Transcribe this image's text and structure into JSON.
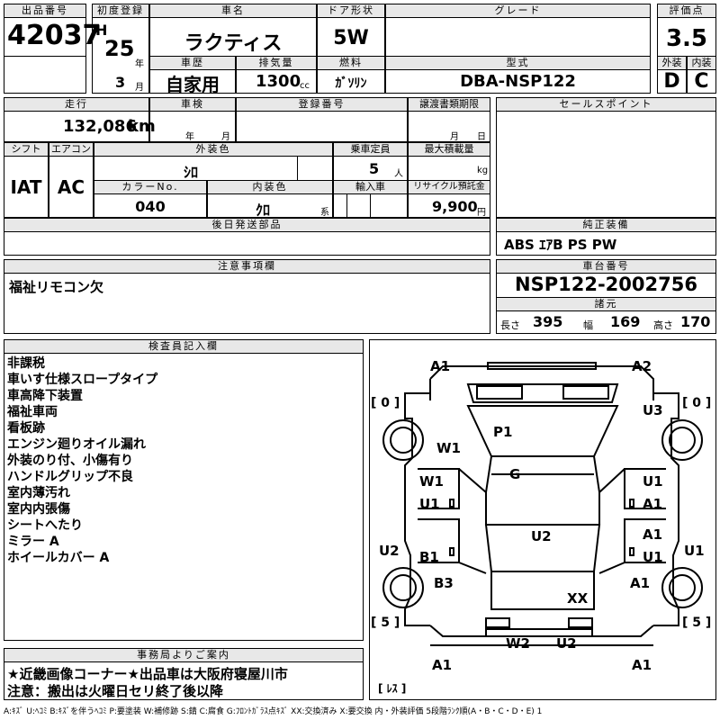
{
  "header": {
    "lot_no_label": "出品番号",
    "lot_no": "42037",
    "first_reg_label": "初度登録",
    "era": "H",
    "year": "25",
    "year_unit": "年",
    "month": "3",
    "month_unit": "月",
    "car_name_label": "車名",
    "car_name": "ラクティス",
    "door_label": "ドア形状",
    "door": "5W",
    "grade_label": "グレード",
    "grade": "",
    "score_label": "評価点",
    "score": "3.5",
    "history_label": "車歴",
    "history": "自家用",
    "displacement_label": "排気量",
    "displacement": "1300",
    "displacement_unit": "cc",
    "fuel_label": "燃料",
    "fuel": "ｶﾞｿﾘﾝ",
    "model_label": "型式",
    "model": "DBA-NSP122",
    "exterior_label": "外装",
    "exterior": "D",
    "interior_label": "内装",
    "interior": "C"
  },
  "row2": {
    "mileage_label": "走行",
    "mileage": "132,086",
    "mileage_unit": "km",
    "inspection_label": "車検",
    "insp_year_unit": "年",
    "insp_month_unit": "月",
    "reg_no_label": "登録番号",
    "transfer_label": "譲渡書類期限",
    "transfer_month_unit": "月",
    "transfer_day_unit": "日",
    "sales_point_label": "セールスポイント",
    "shift_label": "シフト",
    "shift": "IAT",
    "ac_label": "エアコン",
    "ac": "AC",
    "ext_color_label": "外装色",
    "ext_color": "ｼﾛ",
    "capacity_label": "乗車定員",
    "capacity": "5",
    "capacity_unit": "人",
    "max_load_label": "最大積載量",
    "max_load_unit": "kg",
    "color_no_label": "カラーNo.",
    "color_no": "040",
    "int_color_label": "内装色",
    "int_color": "ｸﾛ",
    "int_color_unit": "系",
    "import_label": "輸入車",
    "recycle_label": "リサイクル預託金",
    "recycle": "9,900",
    "recycle_unit": "円",
    "later_parts_label": "後日発送部品",
    "genuine_label": "純正装備",
    "genuine": "ABS ｴｱB PS PW"
  },
  "notes": {
    "caution_label": "注意事項欄",
    "caution": "福祉リモコン欠",
    "chassis_label": "車台番号",
    "chassis": "NSP122-2002756",
    "dims_label": "諸元",
    "length_label": "長さ",
    "length": "395",
    "width_label": "幅",
    "width": "169",
    "height_label": "高さ",
    "height": "170"
  },
  "inspector": {
    "label": "検査員記入欄",
    "items": [
      "非課税",
      "車いす仕様スロープタイプ",
      "車高降下装置",
      "福祉車両",
      "看板跡",
      "エンジン廻りオイル漏れ",
      "外装のり付、小傷有り",
      "ハンドルグリップ不良",
      "室内薄汚れ",
      "室内内張傷",
      "シートへたり",
      "ミラー A",
      "ホイールカバー A"
    ]
  },
  "diagram": {
    "labels": {
      "a1_tl": "A1",
      "a2_tr": "A2",
      "u3": "U3",
      "p1": "P1",
      "w1_l": "W1",
      "g": "G",
      "w1_door": "W1",
      "u1_door": "U1",
      "u1_r1": "U1",
      "a1_r1": "A1",
      "a1_r2": "A1",
      "u1_r2": "U1",
      "u2_c": "U2",
      "u2_l": "U2",
      "u1_r": "U1",
      "b1": "B1",
      "b3": "B3",
      "a1_rw": "A1",
      "xx": "XX",
      "w2": "W2",
      "u2_b": "U2",
      "a1_bl": "A1",
      "a1_br": "A1"
    },
    "tire_fl": "[ 0 ]",
    "tire_fr": "[ 0 ]",
    "tire_rl": "[ 5 ]",
    "tire_rr": "[ 5 ]",
    "spare": "[ ﾚｽ ]"
  },
  "office": {
    "label": "事務局よりご案内",
    "line1": "★近畿画像コーナー★出品車は大阪府寝屋川市",
    "line2": "注意：搬出は火曜日セリ終了後以降"
  },
  "legend": "A:ｷｽﾞ U:ﾍｺﾐ B:ｷｽﾞを伴うﾍｺﾐ P:要塗装 W:補修跡 S:錆 C:腐食 G:ﾌﾛﾝﾄｶﾞﾗｽ点ｷｽﾞ XX:交換済み X:要交換 内・外装評価 5段階ﾗﾝｸ順(A・B・C・D・E) 1"
}
